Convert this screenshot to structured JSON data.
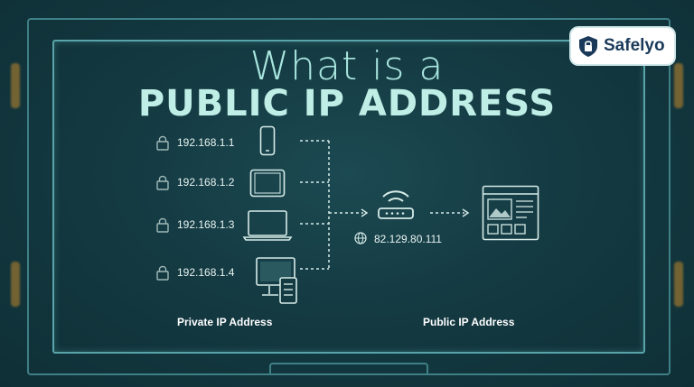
{
  "title": {
    "line1": "What is a",
    "line2": "PUBLIC IP ADDRESS"
  },
  "brand": {
    "name": "Safelyo",
    "logo_icon": "shield-lock-icon"
  },
  "devices": [
    {
      "ip": "192.168.1.1",
      "icon": "smartphone-icon"
    },
    {
      "ip": "192.168.1.2",
      "icon": "tablet-icon"
    },
    {
      "ip": "192.168.1.3",
      "icon": "laptop-icon"
    },
    {
      "ip": "192.168.1.4",
      "icon": "desktop-computer-icon"
    }
  ],
  "router": {
    "icon": "wifi-router-icon",
    "public_ip": "82.129.80.111",
    "ip_icon": "globe-icon"
  },
  "destination": {
    "icon": "web-page-icon"
  },
  "captions": {
    "private": "Private IP Address",
    "public": "Public IP Address"
  },
  "colors": {
    "background": "#143a42",
    "frame": "#58a4a8",
    "title_light": "#a9e6df",
    "accent_amber": "#c48a2b",
    "logo_text": "#1b3a5a"
  }
}
